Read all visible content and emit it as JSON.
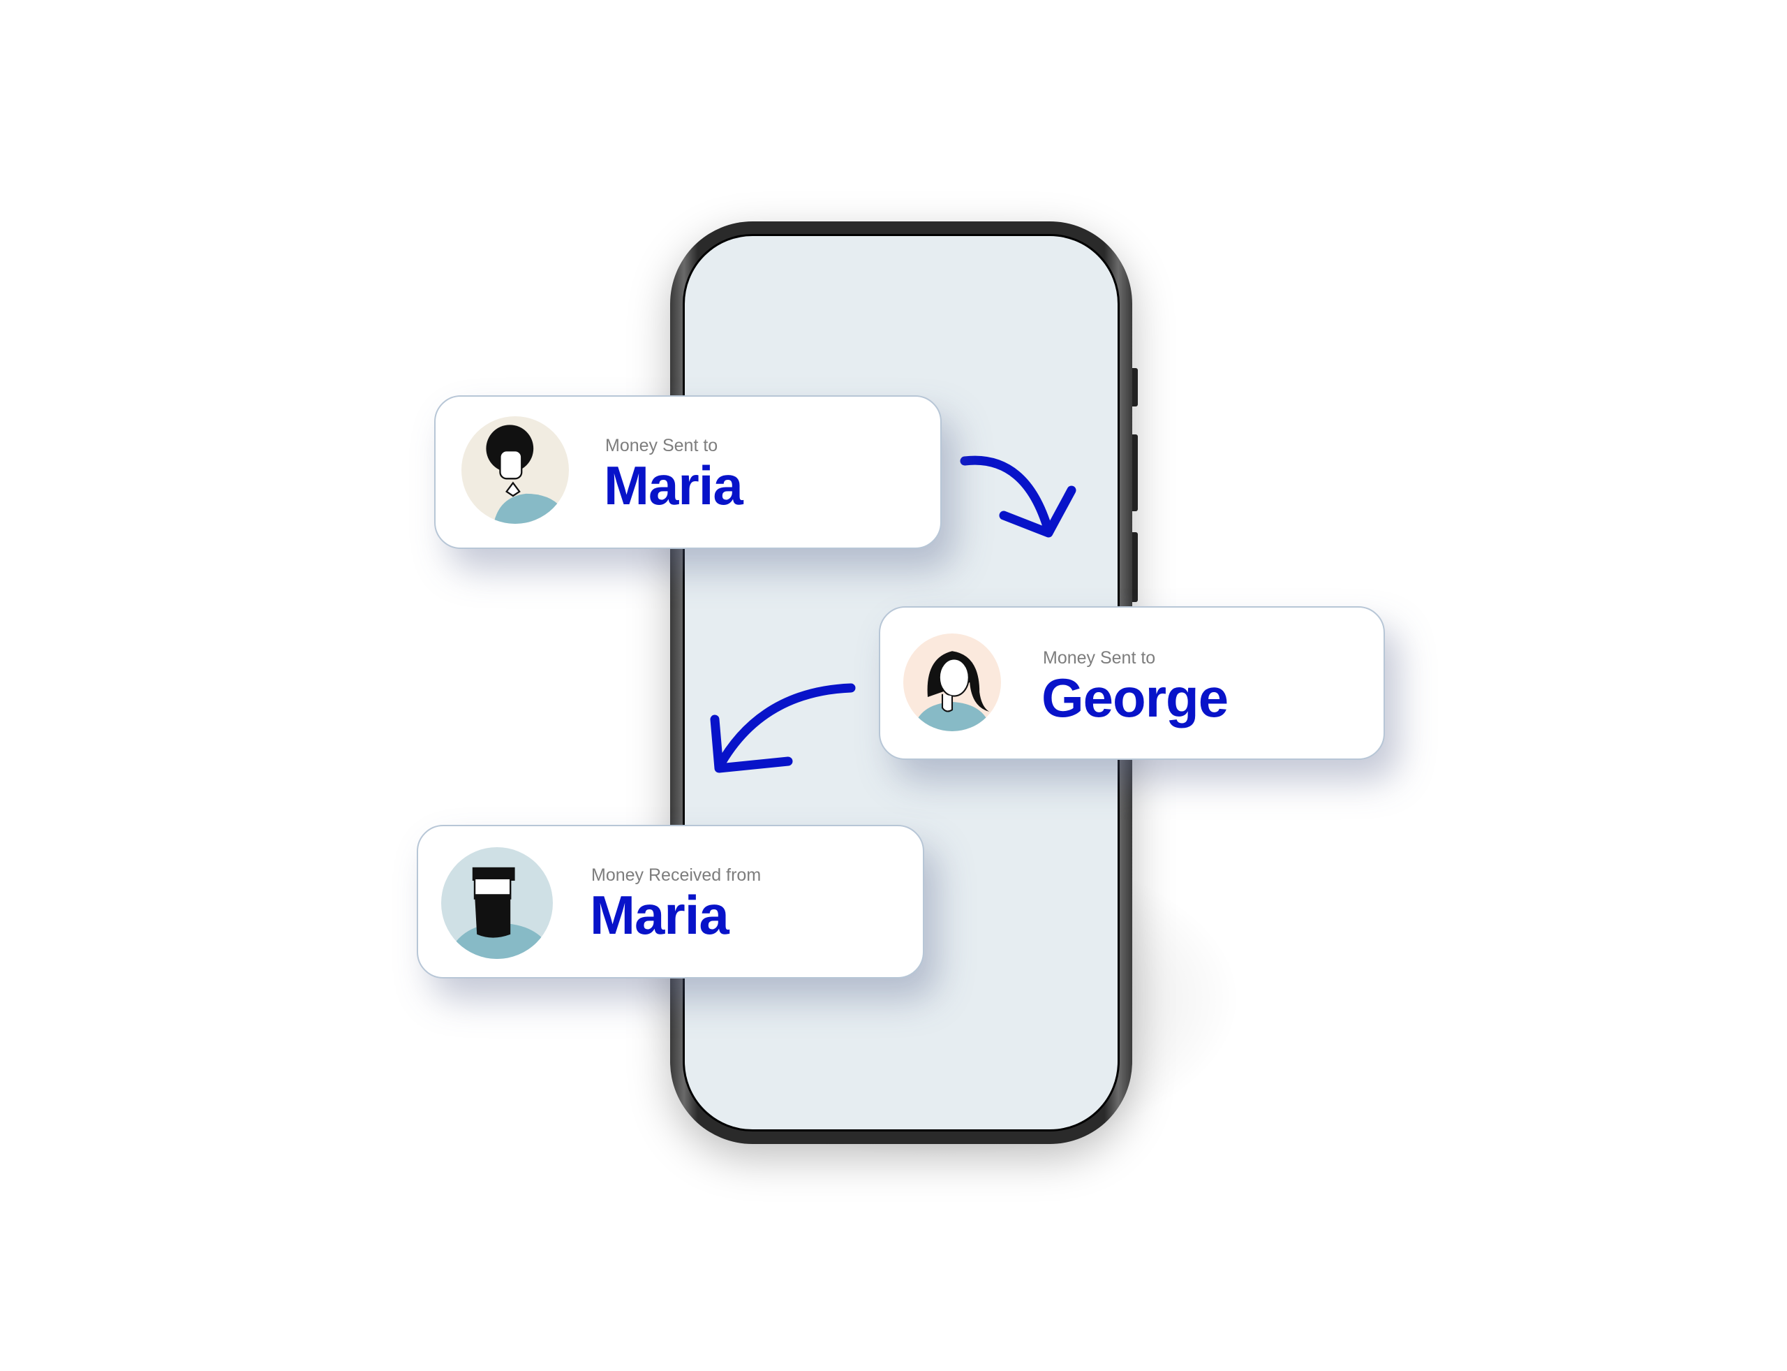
{
  "colors": {
    "accent": "#0813c9",
    "label": "#7d7d7d",
    "screen": "#e6edf1"
  },
  "cards": [
    {
      "label": "Money Sent to",
      "name": "Maria",
      "avatar": "afro-man-avatar"
    },
    {
      "label": "Money Sent to",
      "name": "George",
      "avatar": "woman-avatar"
    },
    {
      "label": "Money Received from",
      "name": "Maria",
      "avatar": "bearded-man-avatar"
    }
  ]
}
